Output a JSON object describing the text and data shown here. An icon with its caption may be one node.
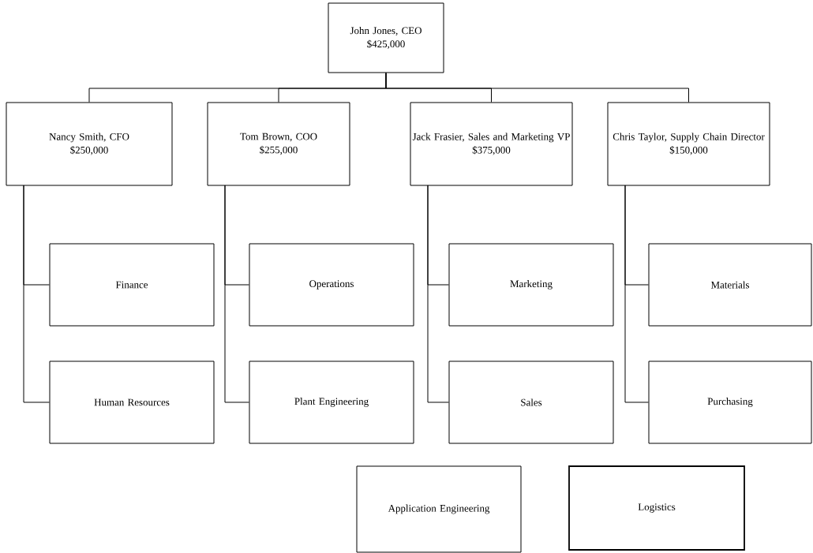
{
  "diagram": {
    "nodes": [
      {
        "text": [
          "John Jones, CEO",
          "$425,000"
        ]
      },
      {
        "text": [
          "Nancy Smith, CFO",
          "$250,000"
        ]
      },
      {
        "text": [
          "Tom Brown, COO",
          "$255,000"
        ]
      },
      {
        "text": [
          "Jack Frasier, Sales and Marketing VP",
          "$375,000"
        ]
      },
      {
        "text": [
          "Chris Taylor, Supply Chain Director",
          "$150,000"
        ]
      },
      {
        "text": [
          "Finance"
        ]
      },
      {
        "text": [
          "Human Resources"
        ]
      },
      {
        "text": [
          "Operations"
        ]
      },
      {
        "text": [
          "Plant Engineering"
        ]
      },
      {
        "text": [
          "Marketing"
        ]
      },
      {
        "text": [
          "Sales"
        ]
      },
      {
        "text": [
          "Materials"
        ]
      },
      {
        "text": [
          "Purchasing"
        ]
      },
      {
        "text": [
          "Application Engineering"
        ]
      },
      {
        "text": [
          "Logistics"
        ]
      }
    ],
    "edges": [
      {
        "from": 0,
        "to": 1,
        "arrow": "none"
      },
      {
        "from": 0,
        "to": 2,
        "arrow": "none"
      },
      {
        "from": 0,
        "to": 3,
        "arrow": "none"
      },
      {
        "from": 0,
        "to": 4,
        "arrow": "none"
      },
      {
        "from": 1,
        "to": 5,
        "arrow": "none"
      },
      {
        "from": 1,
        "to": 6,
        "arrow": "none"
      },
      {
        "from": 2,
        "to": 7,
        "arrow": "none"
      },
      {
        "from": 2,
        "to": 8,
        "arrow": "none"
      },
      {
        "from": 3,
        "to": 9,
        "arrow": "none"
      },
      {
        "from": 3,
        "to": 10,
        "arrow": "none"
      },
      {
        "from": 4,
        "to": 11,
        "arrow": "none"
      },
      {
        "from": 4,
        "to": 12,
        "arrow": "none"
      }
    ]
  }
}
